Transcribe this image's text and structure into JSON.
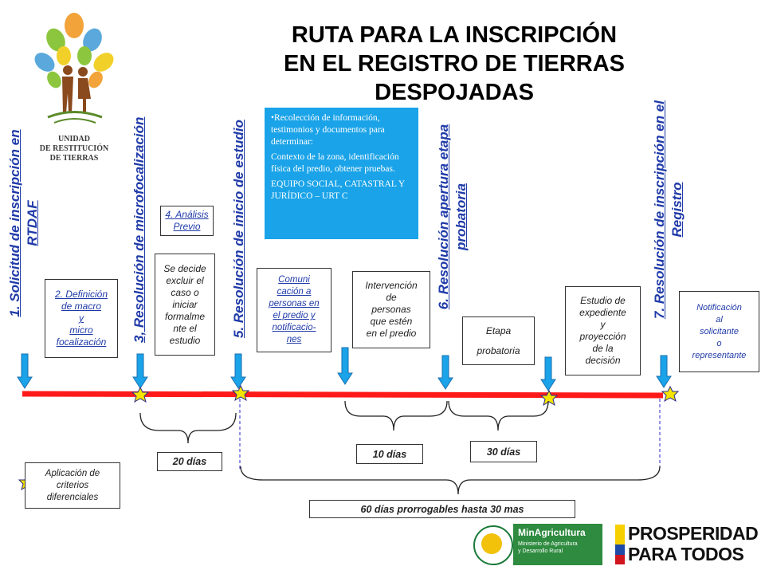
{
  "title": [
    "RUTA PARA LA INSCRIPCIÓN",
    "EN EL REGISTRO DE TIERRAS",
    "DESPOJADAS"
  ],
  "logo": {
    "line1": "UNIDAD",
    "line2": "DE RESTITUCIÓN",
    "line3": "DE TIERRAS"
  },
  "steps": {
    "s1": [
      "1. Solicitud de inscripción en",
      "RTDAF"
    ],
    "s3": [
      "3, Resolución de microfocalización"
    ],
    "s5": [
      "5. Resolución de  inicio de estudio"
    ],
    "s6": [
      "6. Resolución apertura etapa",
      "probatoria"
    ],
    "s7": [
      "7. Resolución de inscripción en el",
      "Registro"
    ]
  },
  "boxes": {
    "b2": [
      "2. Definición",
      "de macro",
      "y",
      "micro",
      "focalización"
    ],
    "b4": [
      "4. Análisis",
      "Previo"
    ],
    "b_excluir": [
      "Se decide",
      "excluir el",
      "caso o",
      "iniciar",
      "formalme",
      "nte el",
      "estudio"
    ],
    "b_comunicacion": [
      "Comuni",
      "cación a",
      "personas en",
      "el predio y",
      "notificacio-",
      "nes"
    ],
    "b_intervencion": [
      "Intervención",
      "de",
      "personas",
      "que estén",
      "en el predio"
    ],
    "b_etapa": [
      "Etapa",
      "",
      "probatoria"
    ],
    "b_estudio": [
      "Estudio de",
      "expediente",
      "y",
      "proyección",
      "de la",
      "decisión"
    ],
    "b_notificacion": [
      "Notificación",
      "al",
      "solicitante",
      "o",
      "representante"
    ]
  },
  "bluebox": {
    "p1": "•Recolección de información, testimonios y documentos para determinar:",
    "p2": "Contexto de la zona, identificación física del predio, obtener pruebas.",
    "p3": "EQUIPO SOCIAL, CATASTRAL Y JURÍDICO – URT C"
  },
  "days": {
    "d20": "20  días",
    "d10": "10  días",
    "d30": "30  días",
    "d60": "60 días prorrogables hasta 30  mas"
  },
  "legend": [
    "Aplicación de",
    "criterios",
    "diferenciales"
  ],
  "minagri": {
    "name": "MinAgricultura",
    "sub1": "Ministerio de Agricultura",
    "sub2": "y Desarrollo Rural"
  },
  "prosperidad": [
    "PROSPERIDAD",
    "PARA TODOS"
  ],
  "colors": {
    "timeline": "#ff1a1a",
    "arrow": "#1aa3e8",
    "star": "#f5e400",
    "label": "#1f3aa8",
    "bluebox": "#1aa3e8"
  }
}
